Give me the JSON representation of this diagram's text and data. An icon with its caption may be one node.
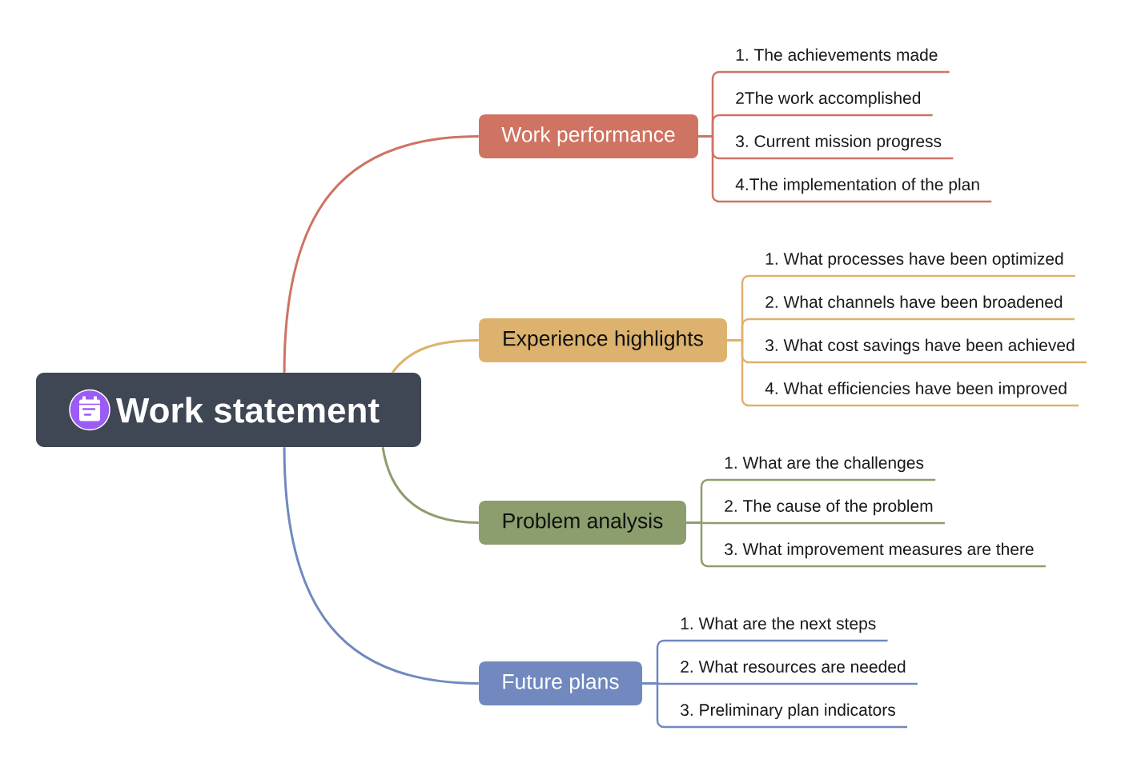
{
  "diagram": {
    "nodes": [
      {
        "text": [
          "Work statement"
        ]
      },
      {
        "text": [
          "Work performance"
        ]
      },
      {
        "text": [
          "1. The achievements made"
        ]
      },
      {
        "text": [
          "2The work accomplished"
        ]
      },
      {
        "text": [
          "3. Current mission progress"
        ]
      },
      {
        "text": [
          "4.The implementation of the plan"
        ]
      },
      {
        "text": [
          "Experience highlights"
        ]
      },
      {
        "text": [
          "1. What processes have been optimized"
        ]
      },
      {
        "text": [
          "2. What channels have been broadened"
        ]
      },
      {
        "text": [
          "3. What cost savings have been achieved"
        ]
      },
      {
        "text": [
          "4. What efficiencies have been improved"
        ]
      },
      {
        "text": [
          "Problem analysis"
        ]
      },
      {
        "text": [
          "1. What are the challenges"
        ]
      },
      {
        "text": [
          "2. The cause of the problem"
        ]
      },
      {
        "text": [
          "3. What improvement measures are there"
        ]
      },
      {
        "text": [
          "Future plans"
        ]
      },
      {
        "text": [
          "1. What are the next steps"
        ]
      },
      {
        "text": [
          "2. What resources are needed"
        ]
      },
      {
        "text": [
          "3. Preliminary plan indicators"
        ]
      }
    ],
    "edges": [
      {
        "from": 0,
        "to": 1,
        "arrow": "none",
        "color": "#cf7363"
      },
      {
        "from": 1,
        "to": 2,
        "arrow": "none",
        "color": "#cf7363"
      },
      {
        "from": 1,
        "to": 3,
        "arrow": "none",
        "color": "#cf7363"
      },
      {
        "from": 1,
        "to": 4,
        "arrow": "none",
        "color": "#cf7363"
      },
      {
        "from": 1,
        "to": 5,
        "arrow": "none",
        "color": "#cf7363"
      },
      {
        "from": 0,
        "to": 6,
        "arrow": "none",
        "color": "#ddb26e"
      },
      {
        "from": 6,
        "to": 7,
        "arrow": "none",
        "color": "#ddb26e"
      },
      {
        "from": 6,
        "to": 8,
        "arrow": "none",
        "color": "#ddb26e"
      },
      {
        "from": 6,
        "to": 9,
        "arrow": "none",
        "color": "#ddb26e"
      },
      {
        "from": 6,
        "to": 10,
        "arrow": "none",
        "color": "#ddb26e"
      },
      {
        "from": 0,
        "to": 11,
        "arrow": "none",
        "color": "#8c9e6e"
      },
      {
        "from": 11,
        "to": 12,
        "arrow": "none",
        "color": "#8c9e6e"
      },
      {
        "from": 11,
        "to": 13,
        "arrow": "none",
        "color": "#8c9e6e"
      },
      {
        "from": 11,
        "to": 14,
        "arrow": "none",
        "color": "#8c9e6e"
      },
      {
        "from": 0,
        "to": 15,
        "arrow": "none",
        "color": "#7189bf"
      },
      {
        "from": 15,
        "to": 16,
        "arrow": "none",
        "color": "#7189bf"
      },
      {
        "from": 15,
        "to": 17,
        "arrow": "none",
        "color": "#7189bf"
      },
      {
        "from": 15,
        "to": 18,
        "arrow": "none",
        "color": "#7189bf"
      }
    ]
  }
}
